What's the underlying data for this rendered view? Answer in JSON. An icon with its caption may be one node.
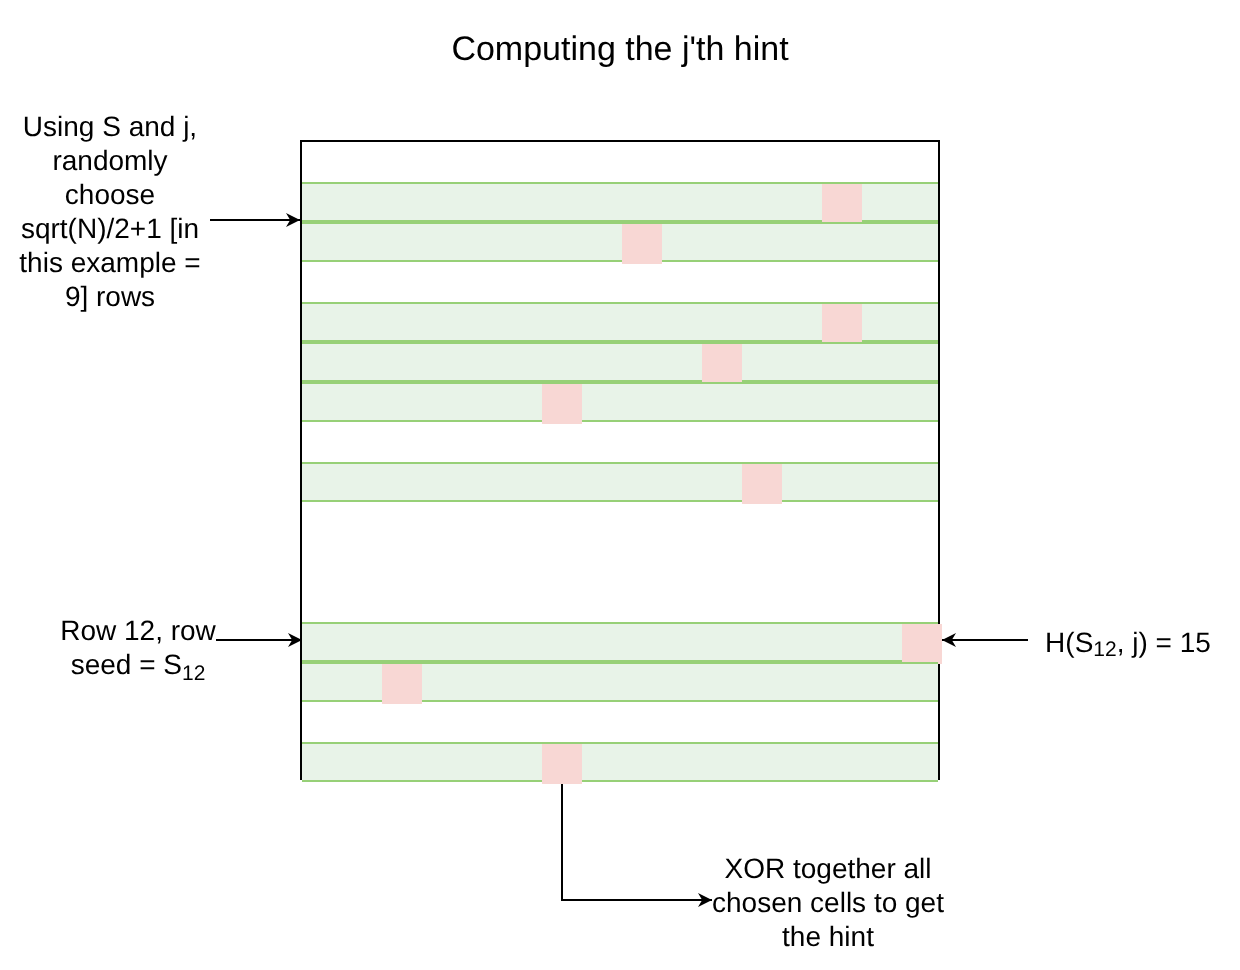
{
  "diagram": {
    "title": "Computing the j'th hint",
    "nodes": [
      {
        "text": [
          "Using S and j, randomly choose sqrt(N)/2+1 [in this example = 9] rows"
        ]
      },
      {
        "text": [],
        "shape": "box"
      },
      {
        "text": [],
        "shape": "bar",
        "in": 1
      },
      {
        "text": [],
        "shape": "bar",
        "in": 1
      },
      {
        "text": [],
        "shape": "bar",
        "in": 1
      },
      {
        "text": [],
        "shape": "bar",
        "in": 1
      },
      {
        "text": [],
        "shape": "bar",
        "in": 1
      },
      {
        "text": [],
        "shape": "bar",
        "in": 1
      },
      {
        "text": [],
        "shape": "bar",
        "in": 1
      },
      {
        "text": [],
        "shape": "bar",
        "in": 1
      },
      {
        "text": [],
        "shape": "bar",
        "in": 1
      },
      {
        "text": [],
        "shape": "box",
        "in": 2
      },
      {
        "text": [],
        "shape": "box",
        "in": 3
      },
      {
        "text": [],
        "shape": "box",
        "in": 4
      },
      {
        "text": [],
        "shape": "box",
        "in": 5
      },
      {
        "text": [],
        "shape": "box",
        "in": 6
      },
      {
        "text": [],
        "shape": "box",
        "in": 7
      },
      {
        "text": [],
        "shape": "box",
        "in": 8
      },
      {
        "text": [],
        "shape": "box",
        "in": 9
      },
      {
        "text": [],
        "shape": "box",
        "in": 10
      },
      {
        "text": [
          "Row 12, row seed = S$_{12}$"
        ]
      },
      {
        "text": [
          "H(S$_{12}$, j) = 15"
        ]
      },
      {
        "text": [
          "XOR together all chosen cells to get the hint"
        ]
      }
    ],
    "edges": [
      {
        "from": 0,
        "to": 1,
        "arrow": "to"
      },
      {
        "from": 20,
        "to": 8,
        "arrow": "to"
      },
      {
        "from": 21,
        "to": 17,
        "arrow": "to"
      },
      {
        "from": 19,
        "to": 22,
        "arrow": "to"
      }
    ]
  }
}
